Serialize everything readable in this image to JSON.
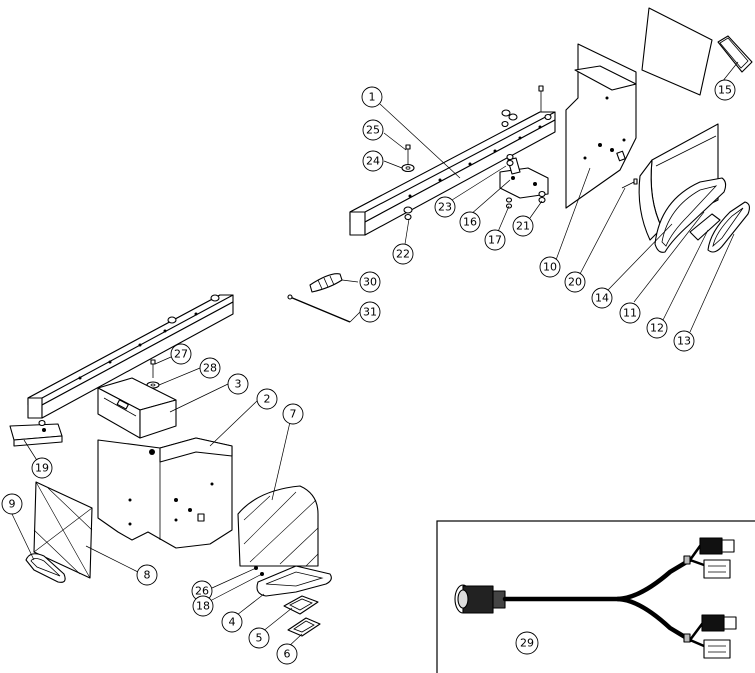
{
  "callouts": {
    "c1": "1",
    "c2": "2",
    "c3": "3",
    "c4": "4",
    "c5": "5",
    "c6": "6",
    "c7": "7",
    "c8": "8",
    "c9": "9",
    "c10": "10",
    "c11": "11",
    "c12": "12",
    "c13": "13",
    "c14": "14",
    "c15": "15",
    "c16": "16",
    "c17": "17",
    "c18": "18",
    "c19": "19",
    "c20": "20",
    "c21": "21",
    "c22": "22",
    "c23": "23",
    "c24": "24",
    "c25": "25",
    "c26": "26",
    "c27": "27",
    "c28": "28",
    "c29": "29",
    "c30": "30",
    "c31": "31"
  }
}
